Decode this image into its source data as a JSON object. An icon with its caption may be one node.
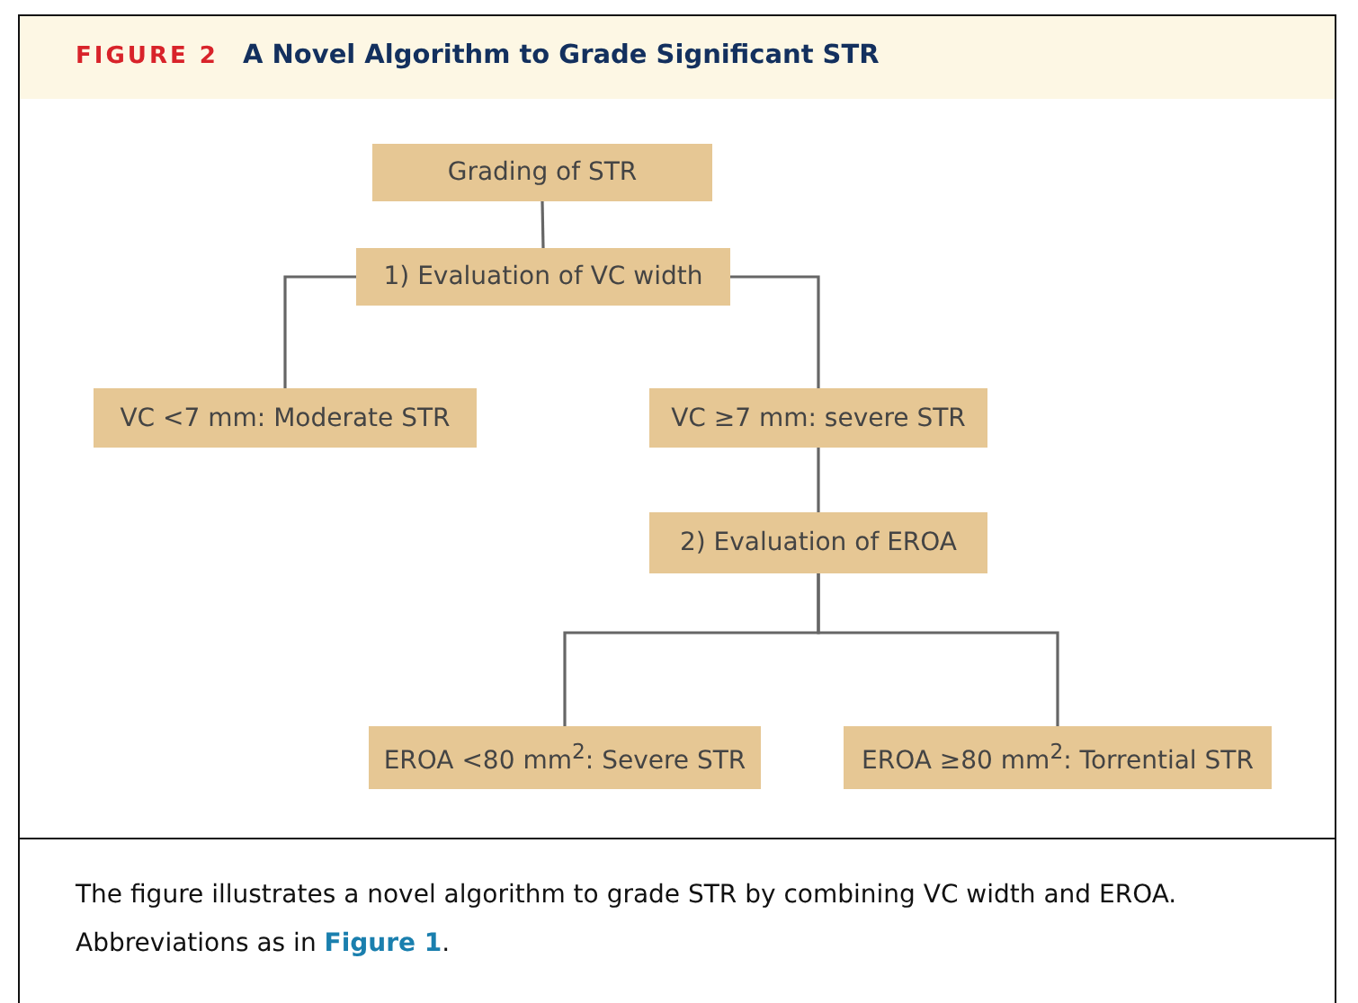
{
  "diagram": {
    "title": "A Novel Algorithm to Grade Significant STR",
    "caption": "The figure illustrates a novel algorithm to grade STR by combining VC width and EROA. Abbreviations as in **Figure 1**.",
    "labels": [
      "FIGURE 2"
    ],
    "nodes": [
      {
        "text": [
          "Grading of STR"
        ]
      },
      {
        "text": [
          "1) Evaluation of VC width"
        ]
      },
      {
        "text": [
          "VC <7 mm: Moderate STR"
        ]
      },
      {
        "text": [
          "VC ≥7 mm: severe STR"
        ]
      },
      {
        "text": [
          "2) Evaluation of EROA"
        ]
      },
      {
        "text": [
          "EROA <80 mm$^{2}$: Severe STR"
        ]
      },
      {
        "text": [
          "EROA ≥80 mm$^{2}$: Torrential STR"
        ]
      }
    ],
    "edges": [
      {
        "from": 0,
        "to": 1,
        "arrow": "none"
      },
      {
        "from": 1,
        "to": 2,
        "arrow": "none"
      },
      {
        "from": 1,
        "to": 3,
        "arrow": "none"
      },
      {
        "from": 3,
        "to": 4,
        "arrow": "none"
      },
      {
        "from": 4,
        "to": 5,
        "arrow": "none"
      },
      {
        "from": 4,
        "to": 6,
        "arrow": "none"
      }
    ]
  }
}
